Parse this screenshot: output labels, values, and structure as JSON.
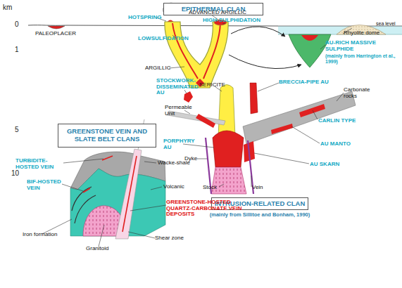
{
  "diagram": {
    "nodes": [
      {
        "text": [
          "EPITHERMAL CLAN"
        ]
      },
      {
        "text": [
          "GREENSTONE VEIN AND SLATE BELT CLANS"
        ]
      },
      {
        "text": [
          "INTRUSION-RELATED CLAN",
          "(mainly from Sillitoe and Bonham, 1990)"
        ]
      }
    ],
    "labels": [
      "km",
      "0",
      "1",
      "5",
      "10",
      "PALEOPLACER",
      "HOTSPRING",
      "ADVANCED ARGILLIC",
      "HIGH-SULPHIDATION",
      "LOWSULFIDATION",
      "sea level",
      "Rhyolite dome",
      "AU-RICH MASSIVE SULPHIDE",
      "(mainly from Harrington et al., 1999)",
      "ARGILLIC",
      "SERICITE",
      "STOCKWORK-DISSEMINATED AU",
      "BRECCIA-PIPE AU",
      "Carbonate rocks",
      "Permeable Unit",
      "PORPHYRY AU",
      "CARLIN TYPE",
      "AU MANTO",
      "AU SKARN",
      "Dyke",
      "Stock",
      "Vein",
      "TURBIDITE-HOSTED VEIN",
      "BIF-HOSTED VEIN",
      "Wacke-shale",
      "Volcanic",
      "GREENSTONE-HOSTED QUARTZ-CARBONATE VEIN DEPOSITS",
      "Iron formation",
      "Shear zone",
      "Granitoid"
    ]
  }
}
